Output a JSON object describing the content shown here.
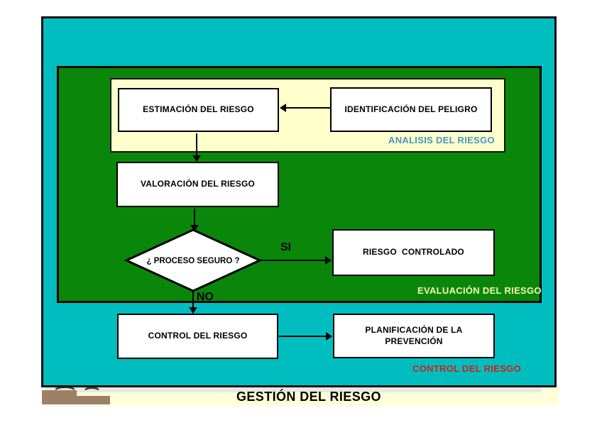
{
  "slide": {
    "title": "GESTIÓN DEL RIESGO",
    "sections": {
      "analysis": {
        "label": "ANALISIS DEL RIESGO",
        "color": "#4295C7"
      },
      "evaluation": {
        "label": "EVALUACIÓN DEL RIESGO",
        "color": "#F7F7B5"
      },
      "control": {
        "label": "CONTROL DEL RIESGO",
        "color": "#D21F14"
      }
    },
    "nodes": {
      "estimacion": {
        "label": "ESTIMACIÓN DEL RIESGO"
      },
      "identificacion": {
        "label": "IDENTIFICACIÓN DEL PELIGRO"
      },
      "valoracion": {
        "label": "VALORACIÓN DEL RIESGO"
      },
      "decision": {
        "label": "¿ PROCESO SEGURO ?"
      },
      "riesgo_controlado": {
        "label": "RIESGO  CONTROLADO"
      },
      "control_riesgo": {
        "label": "CONTROL DEL RIESGO"
      },
      "planificacion": {
        "label": "PLANIFICACIÓN DE LA\nPREVENCIÓN"
      }
    },
    "edges": {
      "yes_label": "SI",
      "no_label": "NO"
    },
    "colors": {
      "outer_bg": "#00BEBF",
      "inner_bg": "#0A870A",
      "panel_bg": "#FFFFCC",
      "node_bg": "#FFFFFF",
      "node_border": "#000000",
      "bottom_bar_bg": "#FFFFD9",
      "photo_brown": "#9D8166"
    }
  }
}
